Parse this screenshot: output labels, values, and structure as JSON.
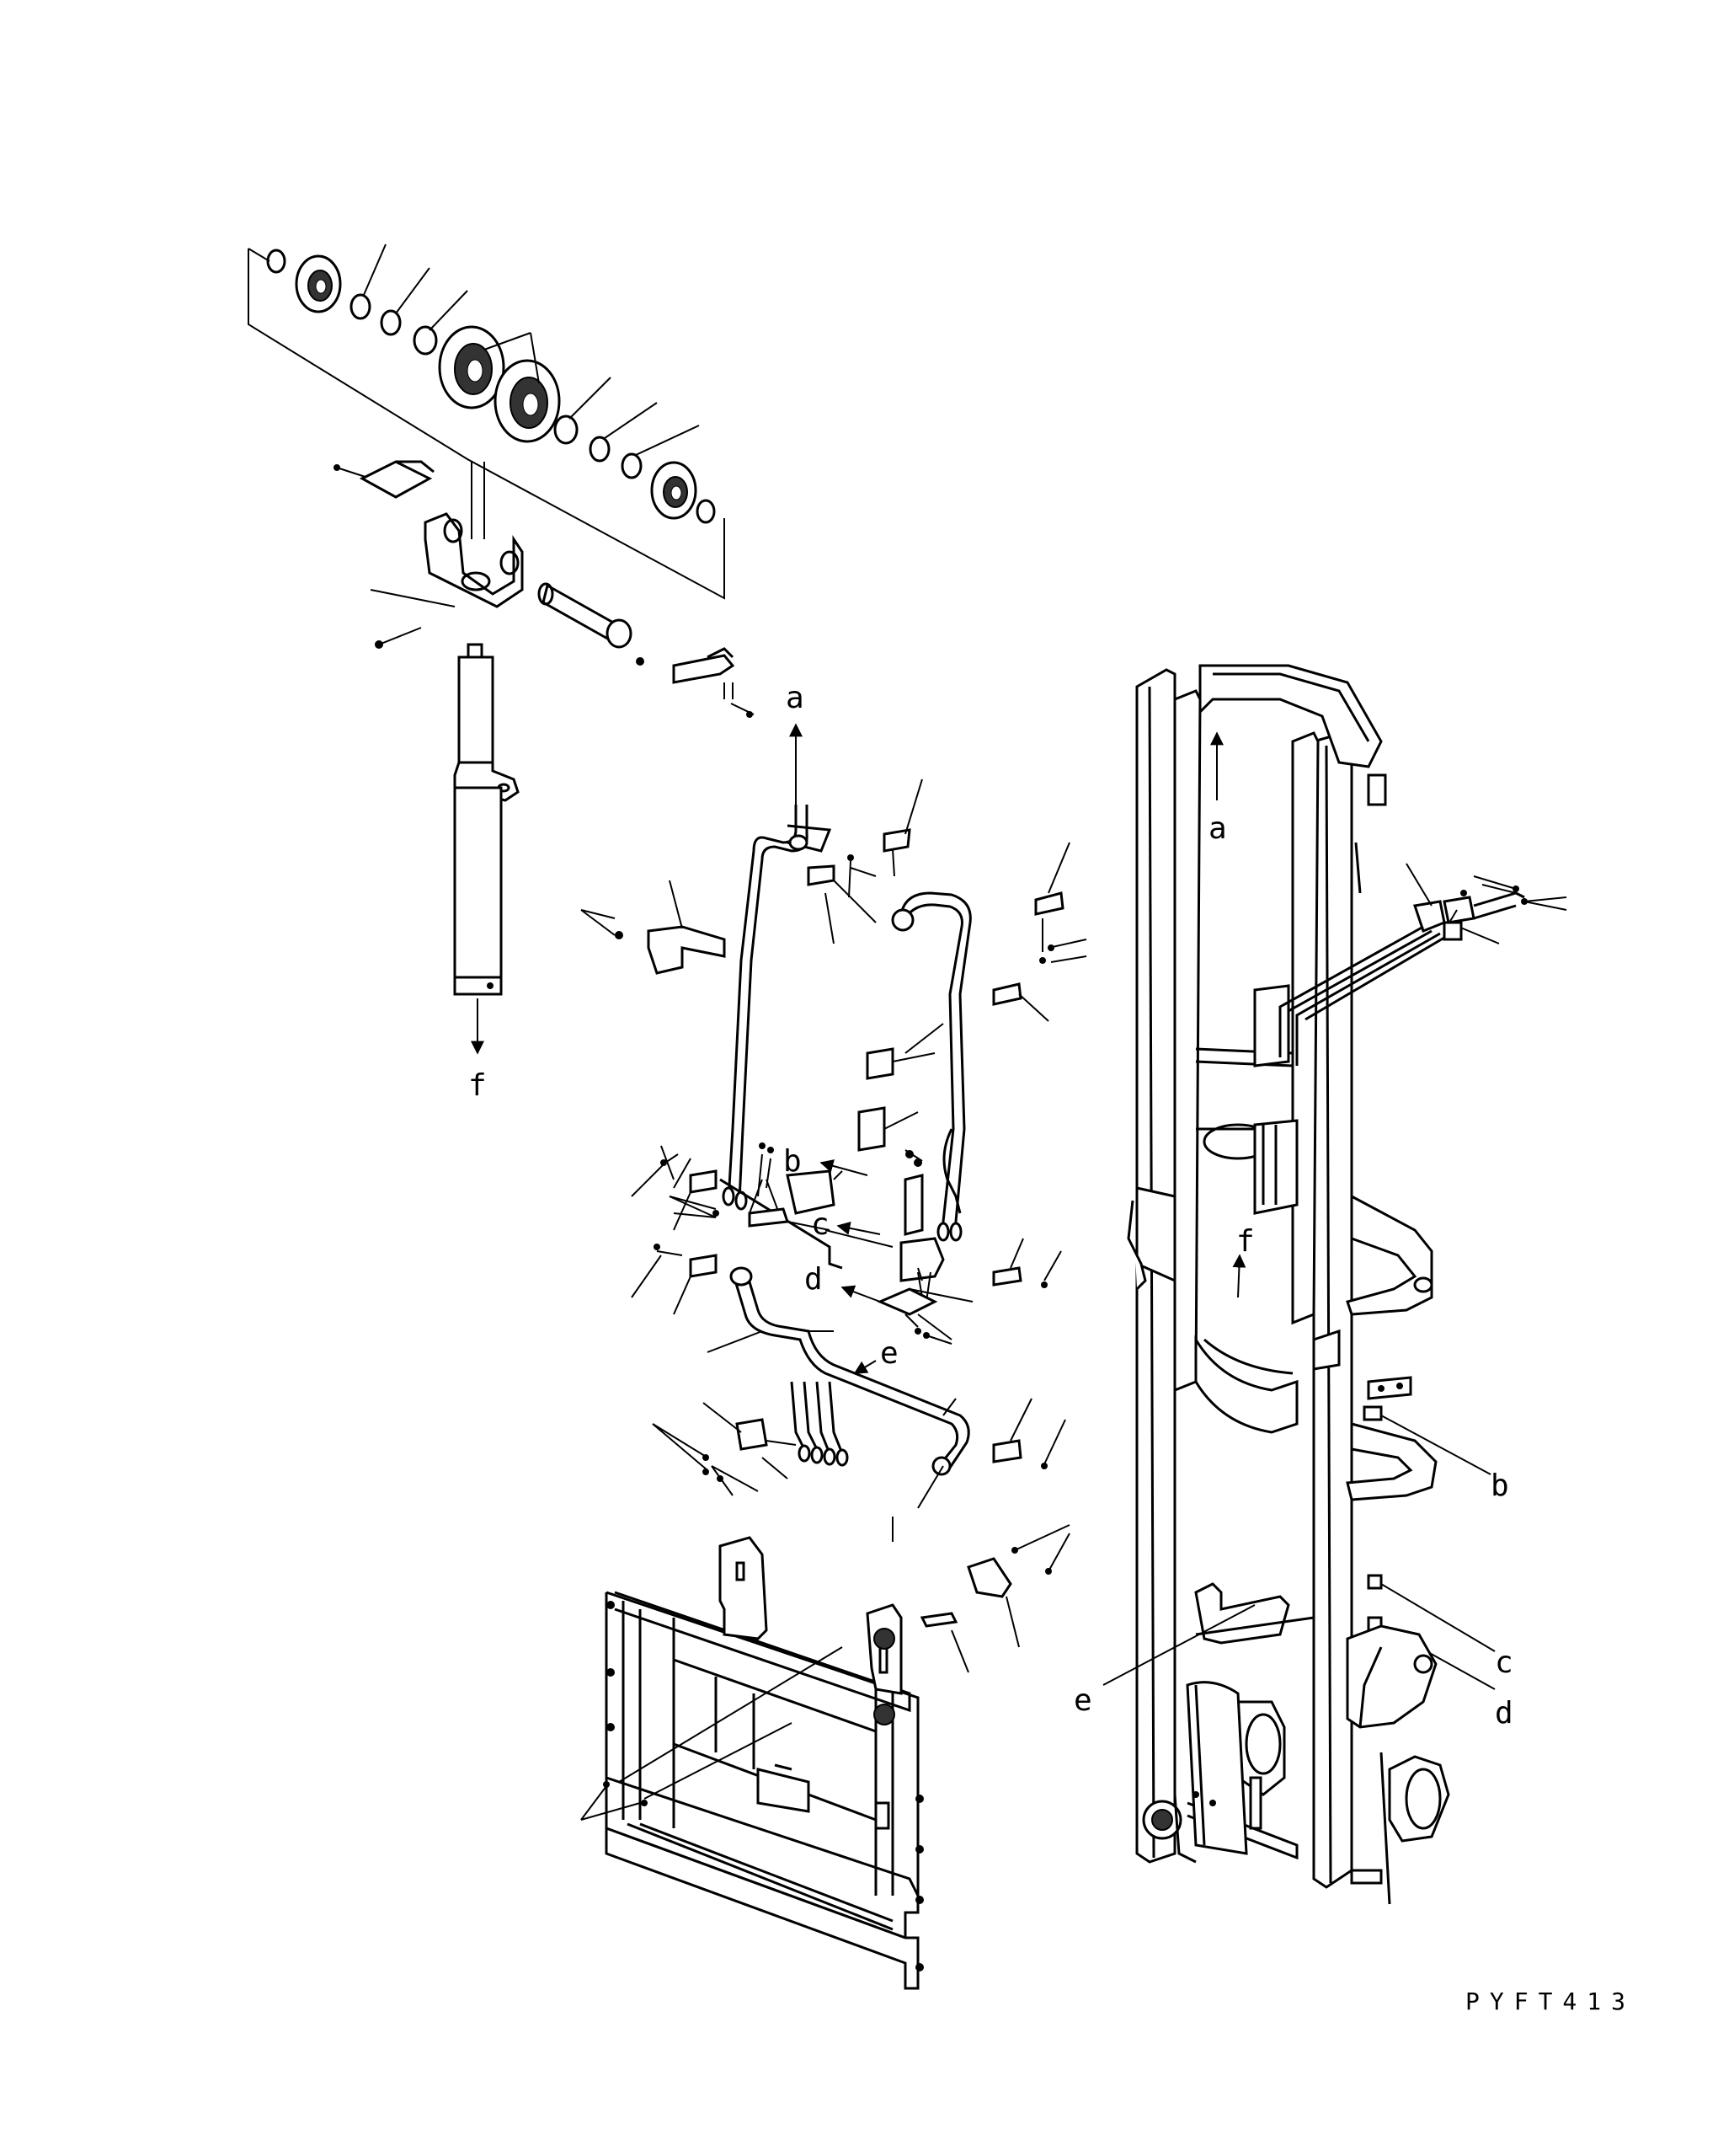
{
  "labels": {
    "a_top": "a",
    "a_mast": "a",
    "b_hose": "b",
    "b_mast": "b",
    "c_hose": "c",
    "c_mast": "c",
    "d_hose": "d",
    "d_mast": "d",
    "e_hose": "e",
    "e_mast": "e",
    "f_cyl": "f",
    "f_mast": "f"
  },
  "drawing_code": "PYFT413"
}
